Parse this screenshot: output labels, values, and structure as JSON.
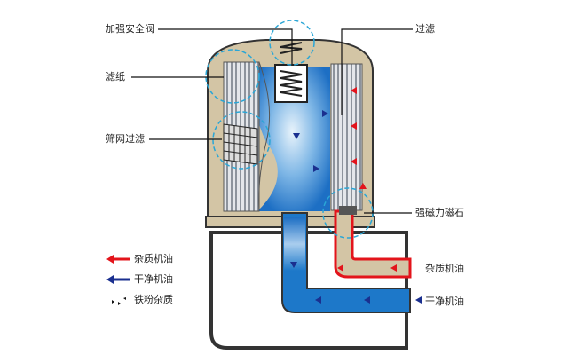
{
  "labels": {
    "safety_valve": "加强安全阀",
    "filter_paper": "滤纸",
    "screen_filter": "筛网过滤",
    "filtering": "过滤",
    "magnet": "强磁力磁石",
    "dirty_oil_in": "杂质机油",
    "clean_oil_out": "干净机油"
  },
  "legend": [
    {
      "label": "杂质机油",
      "icon": "red-arrow-left",
      "color": "#e3141b"
    },
    {
      "label": "干净机油",
      "icon": "blue-arrow-left",
      "color": "#1a2f8f"
    },
    {
      "label": "铁粉杂质",
      "icon": "iron-particles",
      "color": "#111111"
    }
  ],
  "colors": {
    "housing": "#d3c5a5",
    "clean_oil": "#1d78c9",
    "dirty_oil": "#e3141b",
    "outline": "#333333",
    "highlight_circle": "#2aa6d6"
  }
}
